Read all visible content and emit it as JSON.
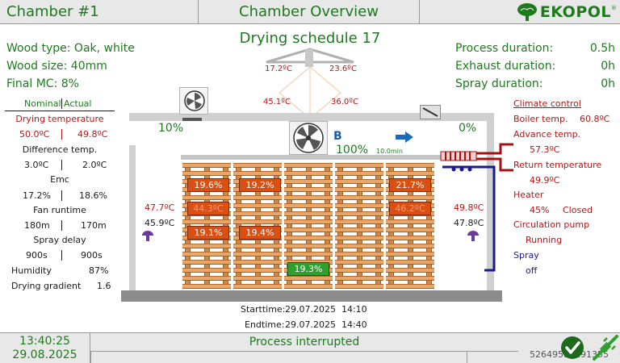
{
  "header": {
    "chamber": "Chamber #1",
    "title": "Chamber Overview",
    "logo": "EKOPOL",
    "logo_reg": "®"
  },
  "schedule_title": "Drying schedule 17",
  "wood": {
    "type": "Wood type: Oak, white",
    "size": "Wood size: 40mm",
    "final_mc": "Final MC: 8%"
  },
  "durations": {
    "process_label": "Process duration:",
    "process_value": "0.5h",
    "exhaust_label": "Exhaust duration:",
    "exhaust_value": "0h",
    "spray_label": "Spray duration:",
    "spray_value": "0h"
  },
  "left_panel": {
    "nominal": "Nominal",
    "actual": "Actual",
    "drying_temp_label": "Drying temperature",
    "drying_temp_nominal": "50.0ºC",
    "drying_temp_actual": "49.8ºC",
    "diff_temp_label": "Difference temp.",
    "diff_temp_nominal": "3.0ºC",
    "diff_temp_actual": "2.0ºC",
    "emc_label": "Emc",
    "emc_nominal": "17.2%",
    "emc_actual": "18.6%",
    "fan_runtime_label": "Fan runtime",
    "fan_runtime_nominal": "180m",
    "fan_runtime_actual": "170m",
    "spray_delay_label": "Spray delay",
    "spray_delay_nominal": "900s",
    "spray_delay_actual": "900s",
    "humidity_label": "Humidity",
    "humidity_value": "87%",
    "gradient_label": "Drying gradient",
    "gradient_value": "1.6"
  },
  "vent": {
    "left_outer": "17.2ºC",
    "right_outer": "23.6ºC",
    "left_inner": "45.1ºC",
    "right_inner": "36.0ºC"
  },
  "flaps": {
    "left": "10%",
    "right": "0%"
  },
  "fan": {
    "direction": "B",
    "speed": "100%",
    "runtime": "10.0min"
  },
  "sensors": {
    "left_top": "47.7ºC",
    "left_bottom": "45.9ºC",
    "right_top": "49.8ºC",
    "right_bottom": "47.8ºC"
  },
  "stack_temps": {
    "s1r1": "19.6%",
    "s2r1": "19.2%",
    "s5r1": "21.7%",
    "s1r2": "44.3ºC",
    "s5r2": "46.2ºC",
    "s1r3": "19.1%",
    "s2r3": "19.4%",
    "s3r4": "19.3%"
  },
  "climate": {
    "title": "Climate control",
    "boiler_label": "Boiler temp.",
    "boiler_value": "60.8ºC",
    "advance_label": "Advance temp.",
    "advance_value": "57.3ºC",
    "return_label": "Return temperature",
    "return_value": "49.9ºC",
    "heater_label": "Heater",
    "heater_percent": "45%",
    "heater_state": "Closed",
    "pump_label": "Circulation pump",
    "pump_state": "Running",
    "spray_label": "Spray",
    "spray_state": "off"
  },
  "times": {
    "start_label": "Starttime:",
    "start_value": "29.07.2025  14:10",
    "end_label": "Endtime:",
    "end_value": "29.07.2025  14:40"
  },
  "footer": {
    "time": "13:40:25",
    "date": "29.08.2025",
    "status": "Process interrupted",
    "code": "52649589191355"
  },
  "colors": {
    "accent_green": "#1d7a1d",
    "red": "#b01818",
    "pipe_red": "#a81010",
    "pipe_blue": "#1a1a8a",
    "box_orange": "#d95012"
  }
}
